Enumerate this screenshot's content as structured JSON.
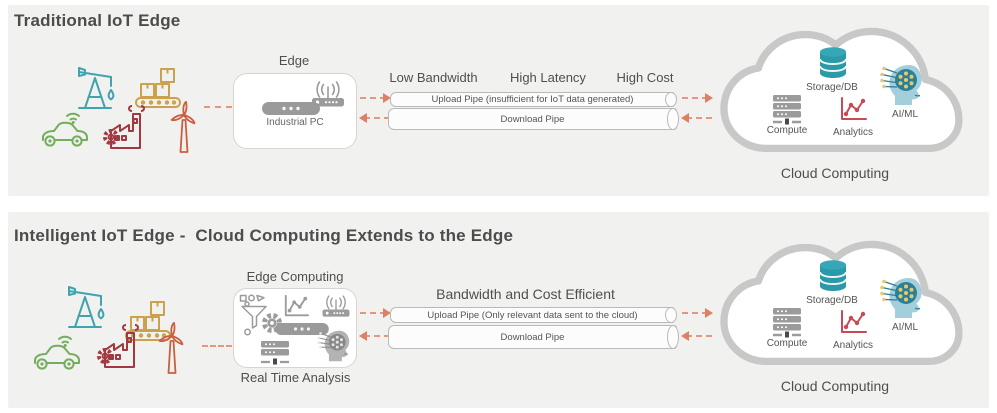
{
  "colors": {
    "panel_bg": "#f1f1ef",
    "title_text": "#4c4c4c",
    "arrow_salmon": "#db8166",
    "pipe_border": "#b9b9b9",
    "cloud_stroke": "#c8c8c8",
    "teal": "#2b9aa8",
    "gold": "#cba14d",
    "green": "#74ae5c",
    "factory_red": "#a23940",
    "turbine_orange": "#c95f41",
    "gray_icon": "#9b9b9b",
    "analytics_red": "#c74a55",
    "head_blue": "#a3cfdd",
    "brain_teal": "#2a8096",
    "dot_yellow": "#e9c76d"
  },
  "panels": [
    {
      "title": "Traditional IoT Edge",
      "edge_label": "Edge",
      "industrial_pc_label": "Industrial PC",
      "pipe_labels": [
        "Low Bandwidth",
        "High Latency",
        "High Cost"
      ],
      "upload_pipe_label": "Upload Pipe (insufficient for IoT data generated)",
      "download_pipe_label": "Download Pipe",
      "cloud": {
        "storage": "Storage/DB",
        "compute": "Compute",
        "analytics": "Analytics",
        "aiml": "AI/ML",
        "caption": "Cloud Computing"
      }
    },
    {
      "title": "Intelligent IoT Edge -  Cloud Computing Extends to the Edge",
      "edge_label": "Edge Computing",
      "edge_sub_label": "Real Time Analysis",
      "pipe_caption": "Bandwidth and Cost Efficient",
      "upload_pipe_label": "Upload Pipe (Only relevant data sent to the cloud)",
      "download_pipe_label": "Download Pipe",
      "cloud": {
        "storage": "Storage/DB",
        "compute": "Compute",
        "analytics": "Analytics",
        "aiml": "AI/ML",
        "caption": "Cloud Computing"
      }
    }
  ]
}
